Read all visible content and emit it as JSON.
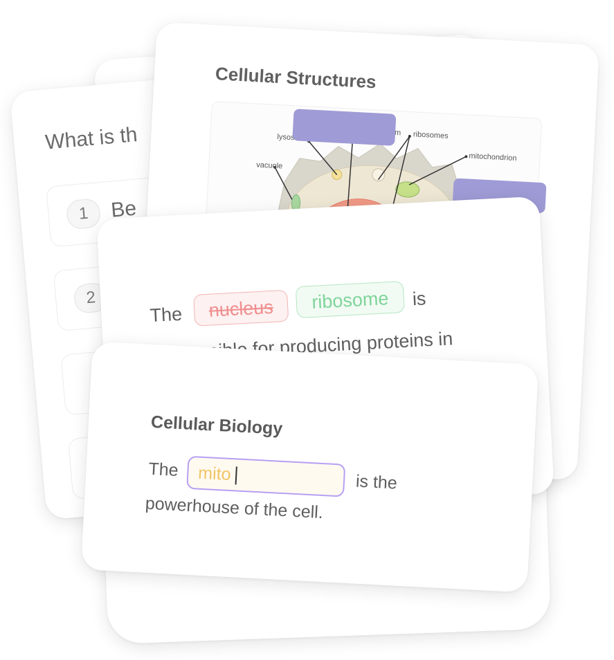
{
  "quiz_card": {
    "question": "What is th",
    "options": [
      {
        "number": "1",
        "text": "Be"
      },
      {
        "number": "2",
        "text": ""
      }
    ]
  },
  "diagram_card": {
    "title": "Cellular Structures",
    "labels": {
      "lysosome": "lysos",
      "fragment_m": "m",
      "ribosomes": "ribosomes",
      "mitochondrion": "mitochondrion",
      "vacuole": "vacuole"
    }
  },
  "fill_card": {
    "prefix": "The",
    "wrong_answer": "nucleus",
    "correct_answer": "ribosome",
    "suffix": "is",
    "line2": "responsible for producing proteins in"
  },
  "front_card": {
    "title": "Cellular Biology",
    "prefix": "The",
    "input_value": "mito",
    "suffix": "is the",
    "line2": "powerhouse of the cell."
  },
  "colors": {
    "label_blank": "#9f9bd6",
    "wrong": "#f08e8e",
    "correct": "#7fd49b",
    "input_border": "#b79ff3",
    "input_text": "#f2c566"
  }
}
